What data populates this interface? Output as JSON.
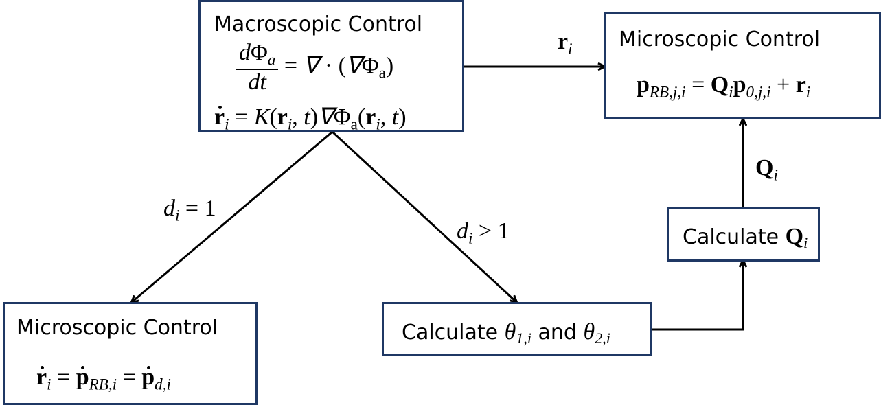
{
  "boxes": {
    "macro": {
      "title": "Macroscopic Control",
      "eq1_num": "dΦa",
      "eq1_den": "dt",
      "eq1_rhs": "= ∇ · (∇Φa)",
      "eq2": "ṙi = K(ri, t)∇Φa(ri, t)"
    },
    "micro_top": {
      "title": "Microscopic Control",
      "eq": "pRB,j,i = Qi p0,j,i + ri"
    },
    "micro_bottom": {
      "title": "Microscopic Control",
      "eq": "ṙi = ṗRB,i = ṗd,i"
    },
    "calc_theta": {
      "text": "Calculate θ1,i and θ2,i"
    },
    "calc_q": {
      "text": "Calculate Qi"
    }
  },
  "edges": {
    "r_i": "ri",
    "q_i": "Qi",
    "d_eq": "di = 1",
    "d_gt": "di > 1"
  },
  "colors": {
    "box_border": "#1f3864",
    "arrow": "#000000"
  }
}
